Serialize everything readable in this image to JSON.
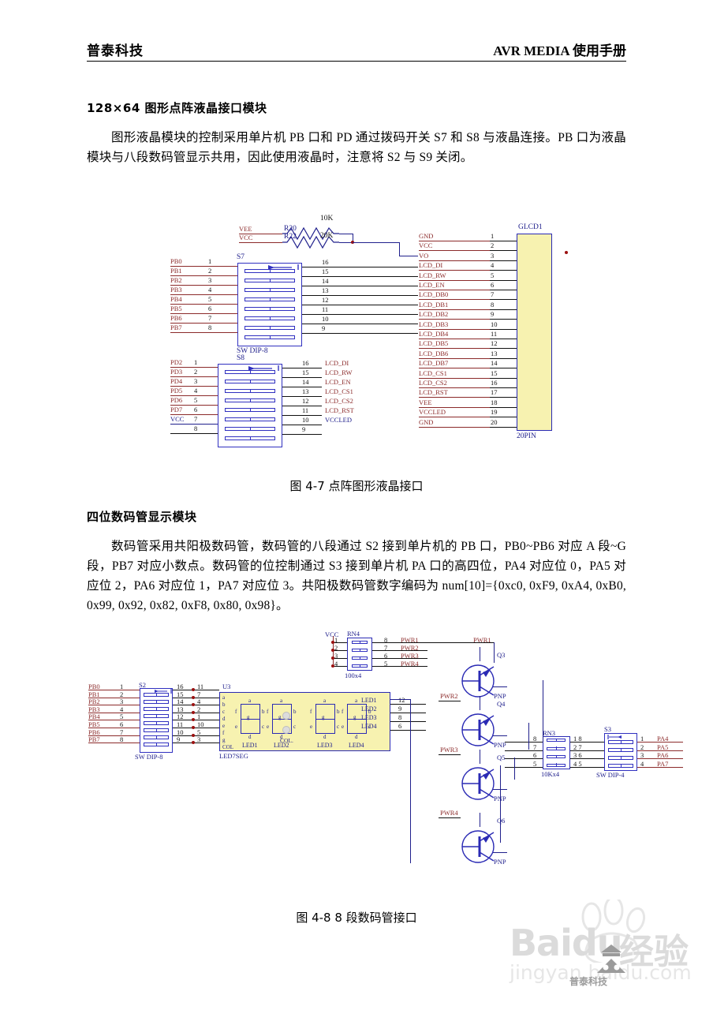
{
  "header": {
    "left": "普泰科技",
    "right": "AVR MEDIA 使用手册"
  },
  "sections": [
    {
      "heading": "128×64 图形点阵液晶接口模块",
      "paragraph": "图形液晶模块的控制采用单片机 PB 口和 PD 通过拨码开关 S7 和 S8 与液晶连接。PB 口为液晶模块与八段数码管显示共用，因此使用液晶时，注意将 S2 与 S9 关闭。",
      "caption": "图 4-7 点阵图形液晶接口"
    },
    {
      "heading": "四位数码管显示模块",
      "paragraph": "数码管采用共阳极数码管，数码管的八段通过 S2 接到单片机的 PB 口，PB0~PB6 对应 A 段~G 段，PB7 对应小数点。数码管的位控制通过 S3 接到单片机 PA 口的高四位，PA4 对应位 0，PA5 对应位 2，PA6 对应位 1，PA7 对应位 3。共阳极数码管数字编码为 num[10]={0xc0, 0xF9, 0xA4, 0xB0, 0x99, 0x92, 0x82, 0xF8, 0x80, 0x98}。",
      "caption": "图 4-8 8 段数码管接口"
    }
  ],
  "figure1": {
    "resistors": [
      {
        "ref": "R20",
        "value": "10K",
        "left_net": "VEE"
      },
      {
        "ref": "R22",
        "value": "20K",
        "left_net": "VCC"
      }
    ],
    "s7": {
      "ref": "S7",
      "type": "SW DIP-8",
      "left_nets": [
        "PB0",
        "PB1",
        "PB2",
        "PB3",
        "PB4",
        "PB5",
        "PB6",
        "PB7"
      ],
      "left_pins": [
        "1",
        "2",
        "3",
        "4",
        "5",
        "6",
        "7",
        "8"
      ],
      "right_pins": [
        "16",
        "15",
        "14",
        "13",
        "12",
        "11",
        "10",
        "9"
      ]
    },
    "s8": {
      "ref": "S8",
      "type": "SW DIP-8",
      "left_nets": [
        "PD2",
        "PD3",
        "PD4",
        "PD5",
        "PD6",
        "PD7",
        "VCC",
        ""
      ],
      "left_pins": [
        "1",
        "2",
        "3",
        "4",
        "5",
        "6",
        "7",
        "8"
      ],
      "right_pins": [
        "16",
        "15",
        "14",
        "13",
        "12",
        "11",
        "10",
        "9"
      ],
      "right_nets": [
        "LCD_DI",
        "LCD_RW",
        "LCD_EN",
        "LCD_CS1",
        "LCD_CS2",
        "LCD_RST",
        "VCCLED",
        ""
      ]
    },
    "glcd": {
      "ref": "GLCD1",
      "type": "20PIN",
      "pins": [
        {
          "n": "1",
          "net": "GND"
        },
        {
          "n": "2",
          "net": "VCC"
        },
        {
          "n": "3",
          "net": "VO"
        },
        {
          "n": "4",
          "net": "LCD_DI"
        },
        {
          "n": "5",
          "net": "LCD_RW"
        },
        {
          "n": "6",
          "net": "LCD_EN"
        },
        {
          "n": "7",
          "net": "LCD_DB0"
        },
        {
          "n": "8",
          "net": "LCD_DB1"
        },
        {
          "n": "9",
          "net": "LCD_DB2"
        },
        {
          "n": "10",
          "net": "LCD_DB3"
        },
        {
          "n": "11",
          "net": "LCD_DB4"
        },
        {
          "n": "12",
          "net": "LCD_DB5"
        },
        {
          "n": "13",
          "net": "LCD_DB6"
        },
        {
          "n": "14",
          "net": "LCD_DB7"
        },
        {
          "n": "15",
          "net": "LCD_CS1"
        },
        {
          "n": "16",
          "net": "LCD_CS2"
        },
        {
          "n": "17",
          "net": "LCD_RST"
        },
        {
          "n": "18",
          "net": "VEE"
        },
        {
          "n": "19",
          "net": "VCCLED"
        },
        {
          "n": "20",
          "net": "GND"
        }
      ]
    }
  },
  "figure2": {
    "rn4": {
      "ref": "RN4",
      "value": "100x4",
      "supply": "VCC",
      "left_pins": [
        "1",
        "2",
        "3",
        "4"
      ],
      "right_pins": [
        "8",
        "7",
        "6",
        "5"
      ],
      "right_nets": [
        "PWR1",
        "PWR2",
        "PWR3",
        "PWR4"
      ]
    },
    "s2": {
      "ref": "S2",
      "type": "SW DIP-8",
      "left_nets": [
        "PB0",
        "PB1",
        "PB2",
        "PB3",
        "PB4",
        "PB5",
        "PB6",
        "PB7"
      ],
      "left_pins": [
        "1",
        "2",
        "3",
        "4",
        "5",
        "6",
        "7",
        "8"
      ],
      "right_pins": [
        "16",
        "15",
        "14",
        "13",
        "12",
        "11",
        "10",
        "9"
      ],
      "u3_pins": [
        "11",
        "7",
        "4",
        "2",
        "1",
        "10",
        "5",
        "3"
      ]
    },
    "u3": {
      "ref": "U3",
      "type": "LED7SEG",
      "segment_labels": [
        "a",
        "b",
        "c",
        "d",
        "e",
        "f",
        "g",
        "COL"
      ],
      "digits": [
        "LED1",
        "LED2",
        "LED3",
        "LED4"
      ],
      "colon_label": "COL.",
      "seg_letters": [
        "a",
        "f",
        "b",
        "g",
        "e",
        "c",
        "d"
      ],
      "right_nets": [
        "LED1",
        "LED2",
        "LED3",
        "LED4"
      ],
      "right_pins": [
        "12",
        "9",
        "8",
        "6"
      ]
    },
    "transistors": [
      {
        "ref": "Q3",
        "type": "PNP",
        "drive": "PWR1"
      },
      {
        "ref": "Q4",
        "type": "PNP",
        "drive": "PWR2"
      },
      {
        "ref": "Q5",
        "type": "PNP",
        "drive": "PWR3"
      },
      {
        "ref": "Q6",
        "type": "PNP",
        "drive": "PWR4"
      }
    ],
    "rn3": {
      "ref": "RN3",
      "value": "10Kx4",
      "left_pins": [
        "8",
        "7",
        "6",
        "5"
      ],
      "right_pins": [
        "1 8",
        "2 7",
        "3 6",
        "4 5"
      ]
    },
    "s3": {
      "ref": "S3",
      "type": "SW DIP-4",
      "left_pins": [
        "1",
        "2",
        "3",
        "4"
      ],
      "right_nets": [
        "PA4",
        "PA5",
        "PA6",
        "PA7"
      ]
    }
  },
  "watermark": {
    "brand": "Baidu",
    "brand_cn": "经验",
    "url": "jingyan.baidu.com",
    "logo_text": "普泰科技"
  }
}
